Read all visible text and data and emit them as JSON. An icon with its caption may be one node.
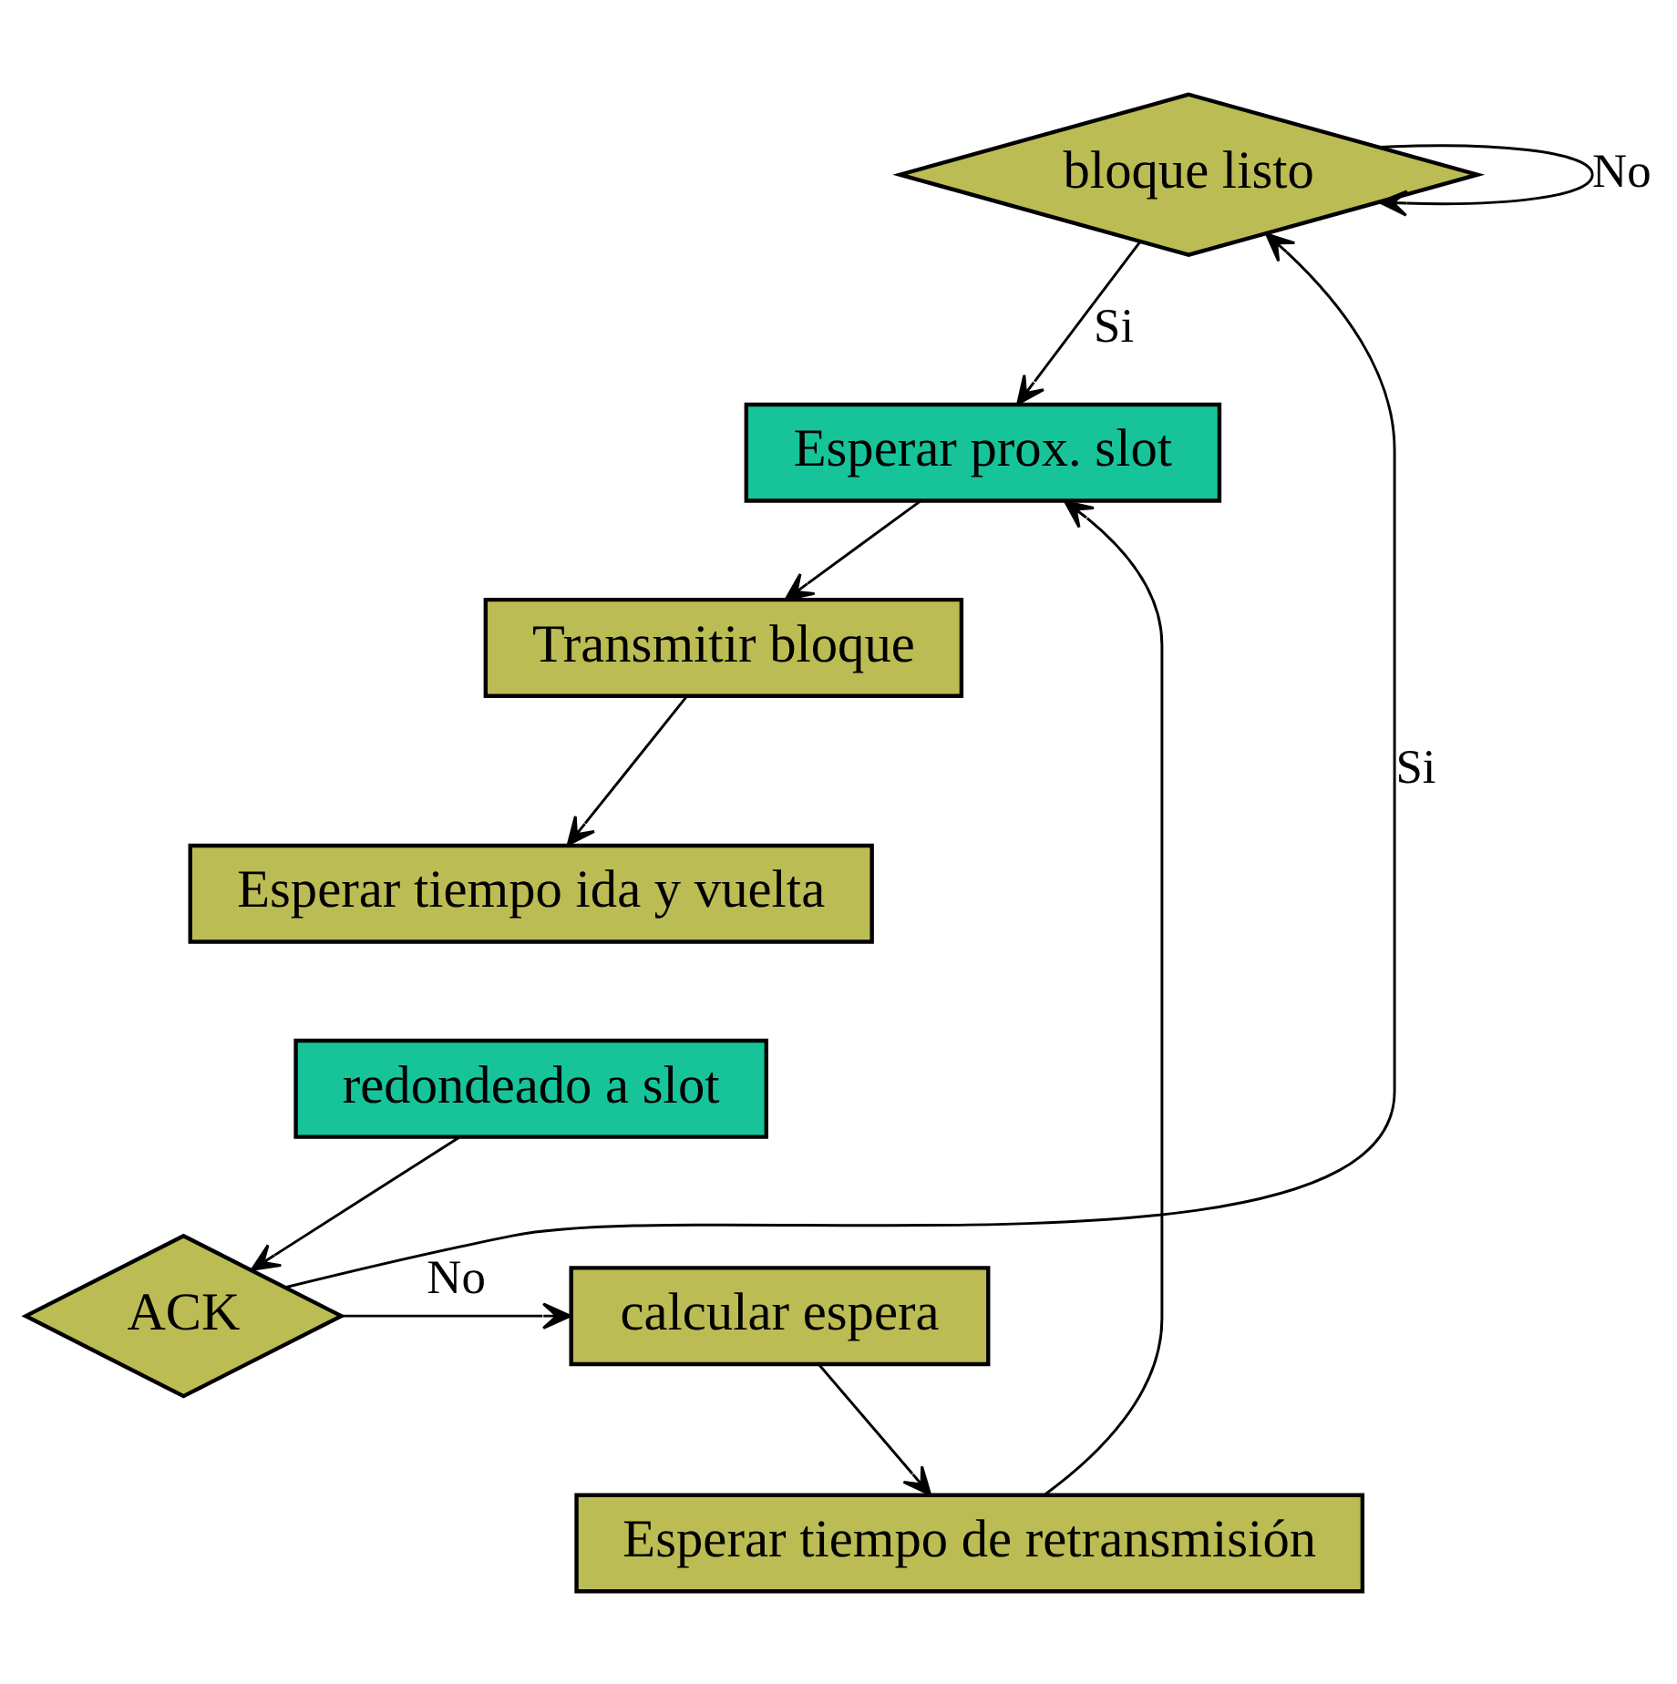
{
  "diagram": {
    "nodes": [
      {
        "text": [
          "bloque listo"
        ]
      },
      {
        "text": [
          "Esperar prox. slot"
        ]
      },
      {
        "text": [
          "Transmitir bloque"
        ]
      },
      {
        "text": [
          "Esperar tiempo ida y vuelta"
        ]
      },
      {
        "text": [
          "redondeado a slot"
        ]
      },
      {
        "text": [
          "ACK"
        ]
      },
      {
        "text": [
          "calcular espera"
        ]
      },
      {
        "text": [
          "Esperar tiempo de retransmisión"
        ]
      }
    ],
    "edges": [
      {
        "from": 0,
        "to": 0,
        "arrow": "to",
        "label": "No"
      },
      {
        "from": 5,
        "to": 0,
        "arrow": "to",
        "label": "Si"
      },
      {
        "from": 0,
        "to": 1,
        "arrow": "to",
        "label": "Si"
      },
      {
        "from": 1,
        "to": 2,
        "arrow": "to"
      },
      {
        "from": 2,
        "to": 3,
        "arrow": "to"
      },
      {
        "from": 4,
        "to": 5,
        "arrow": "to"
      },
      {
        "from": 5,
        "to": 6,
        "arrow": "to",
        "label": "No"
      },
      {
        "from": 6,
        "to": 7,
        "arrow": "to"
      },
      {
        "from": 7,
        "to": 1,
        "arrow": "to"
      }
    ]
  }
}
